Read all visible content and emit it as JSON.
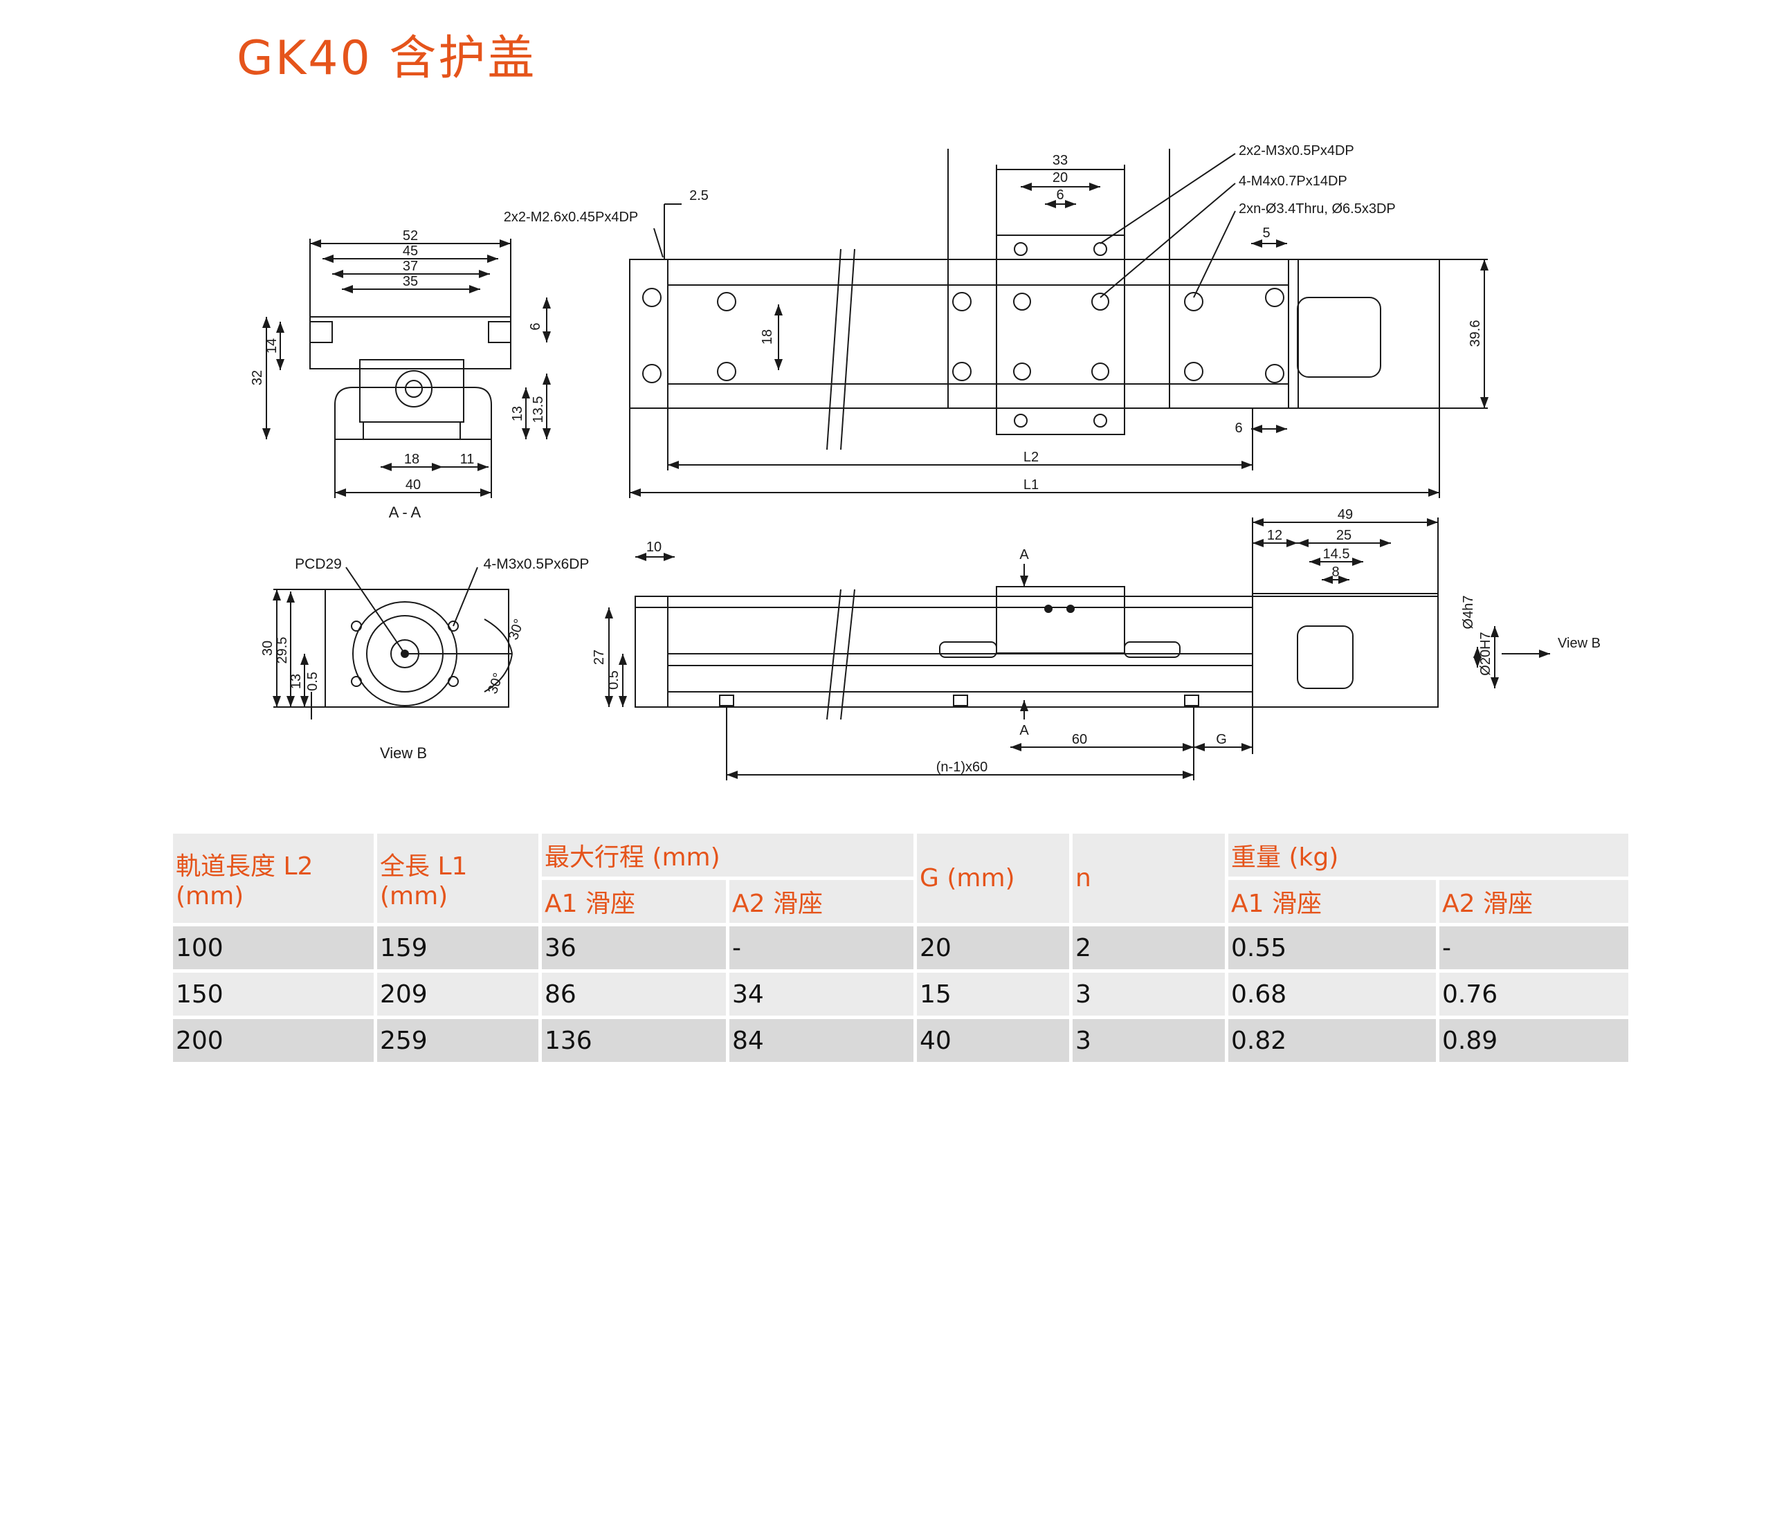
{
  "header": {
    "title": "GK40 含护盖"
  },
  "colors": {
    "accent": "#e5541b",
    "row_dark": "#d9d9d9",
    "row_light": "#ebebeb"
  },
  "drawing": {
    "section_label": "A - A",
    "viewb_label": "View B",
    "viewb_arrow_label": "View B",
    "pcd_label": "PCD29",
    "notes": {
      "m3_motor": "4-M3x0.5Px6DP",
      "m26": "2x2-M2.6x0.45Px4DP",
      "m3_slider": "2x2-M3x0.5Px4DP",
      "m4": "4-M4x0.7Px14DP",
      "thru": "2xn-Ø3.4Thru, Ø6.5x3DP"
    },
    "dims_section": {
      "d52": "52",
      "d45": "45",
      "d37": "37",
      "d35": "35",
      "d14": "14",
      "d32": "32",
      "d6": "6",
      "d13": "13",
      "d13_5": "13.5",
      "d18": "18",
      "d11": "11",
      "d40": "40"
    },
    "dims_top": {
      "d2_5": "2.5",
      "d33": "33",
      "d20": "20",
      "d6": "6",
      "d5": "5",
      "d18": "18",
      "d39_6": "39.6",
      "d6b": "6",
      "L2": "L2",
      "L1": "L1"
    },
    "dims_viewb": {
      "d30": "30",
      "d29_5": "29.5",
      "d13": "13",
      "d0_5": "0.5",
      "a30a": "30°",
      "a30b": "30°"
    },
    "dims_side": {
      "d10": "10",
      "dA": "A",
      "dA2": "A",
      "d49": "49",
      "d12": "12",
      "d25": "25",
      "d14_5": "14.5",
      "d8": "8",
      "d27": "27",
      "d0_5": "0.5",
      "d4h7": "Ø4h7",
      "d20h7": "Ø20H7",
      "d60": "60",
      "G": "G",
      "n60": "(n-1)x60"
    }
  },
  "table": {
    "headers": {
      "rail": "軌道長度 L2 (mm)",
      "total": "全長 L1 (mm)",
      "stroke": "最大行程 (mm)",
      "g": "G (mm)",
      "n": "n",
      "weight": "重量 (kg)",
      "a1": "A1 滑座",
      "a2": "A2 滑座",
      "wa1": "A1 滑座",
      "wa2": "A2 滑座"
    },
    "rows": [
      [
        "100",
        "159",
        "36",
        "-",
        "20",
        "2",
        "0.55",
        "-"
      ],
      [
        "150",
        "209",
        "86",
        "34",
        "15",
        "3",
        "0.68",
        "0.76"
      ],
      [
        "200",
        "259",
        "136",
        "84",
        "40",
        "3",
        "0.82",
        "0.89"
      ]
    ]
  }
}
